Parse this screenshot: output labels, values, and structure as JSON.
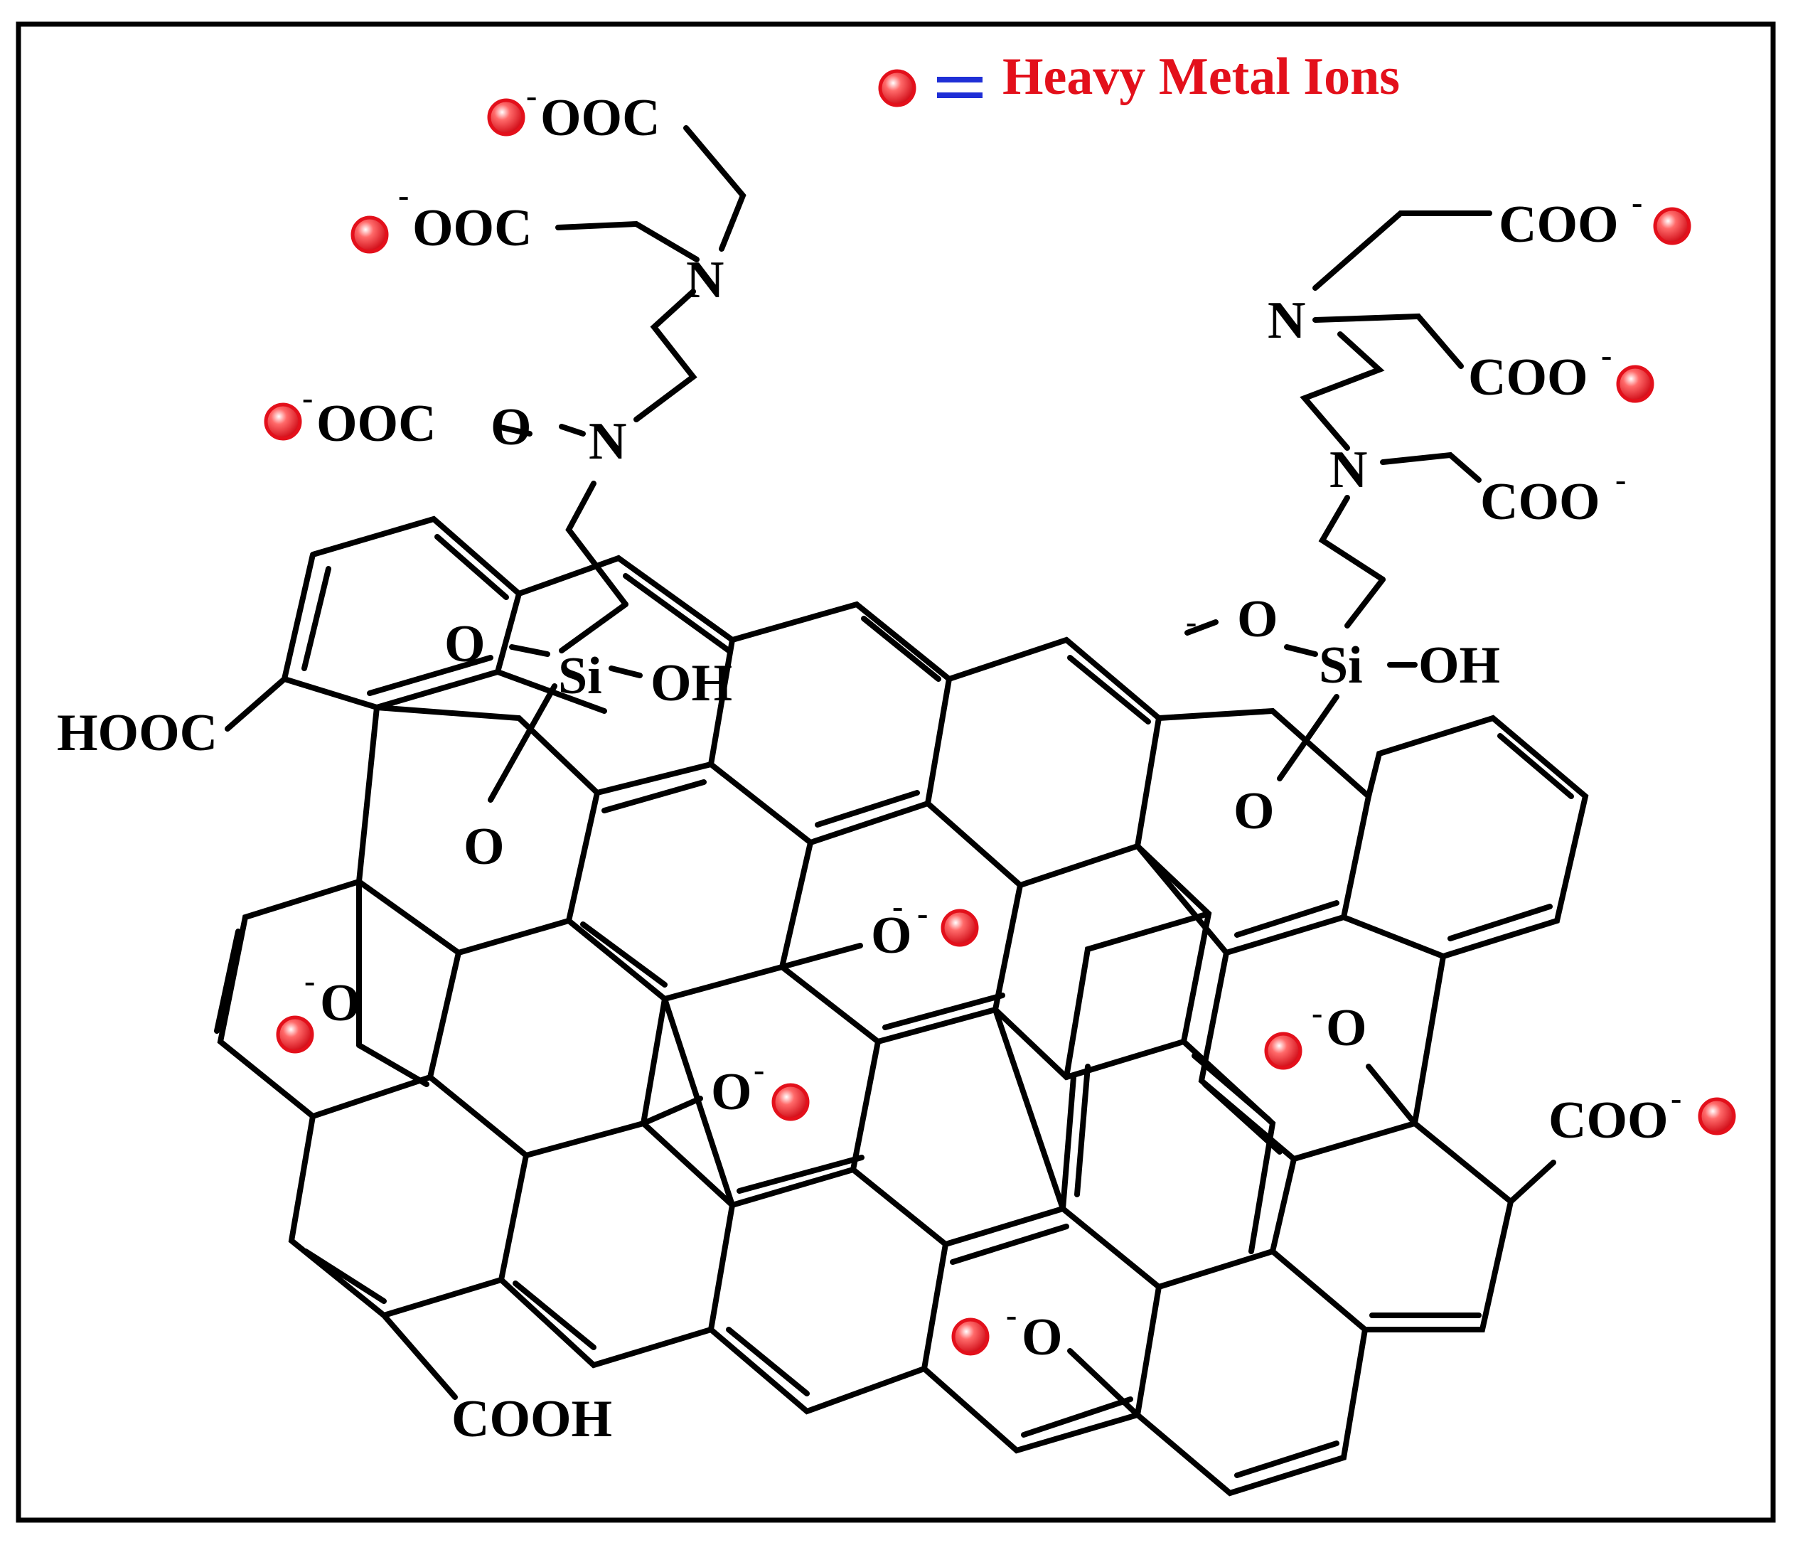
{
  "legend": {
    "equals_symbol": "=",
    "label": "Heavy Metal Ions",
    "ion_color": "#e3101b",
    "equals_color": "#1f2fd6",
    "label_color": "#e3101b"
  },
  "groups": {
    "edta_left": {
      "chains": [
        "OOC",
        "OOC",
        "OOC"
      ],
      "linker_o": "O",
      "amines": [
        "N",
        "N"
      ]
    },
    "edta_right": {
      "chains": [
        "COO",
        "COO",
        "COO"
      ],
      "amines": [
        "N",
        "N"
      ]
    },
    "silane_left": {
      "si": "Si",
      "hydroxyl": "OH",
      "oxygens": [
        "O",
        "O"
      ]
    },
    "silane_right": {
      "si": "Si",
      "hydroxyl": "OH",
      "oxygens": [
        "O",
        "O"
      ]
    },
    "edge_groups": [
      "HOOC",
      "COOH",
      "COO"
    ],
    "alkoxides": [
      "O",
      "O",
      "O",
      "O",
      "O",
      "O"
    ],
    "charge_sign": "-"
  },
  "colors": {
    "bond": "#000000",
    "ion_fill": "#e3101b",
    "ion_highlight": "#ffffff"
  }
}
